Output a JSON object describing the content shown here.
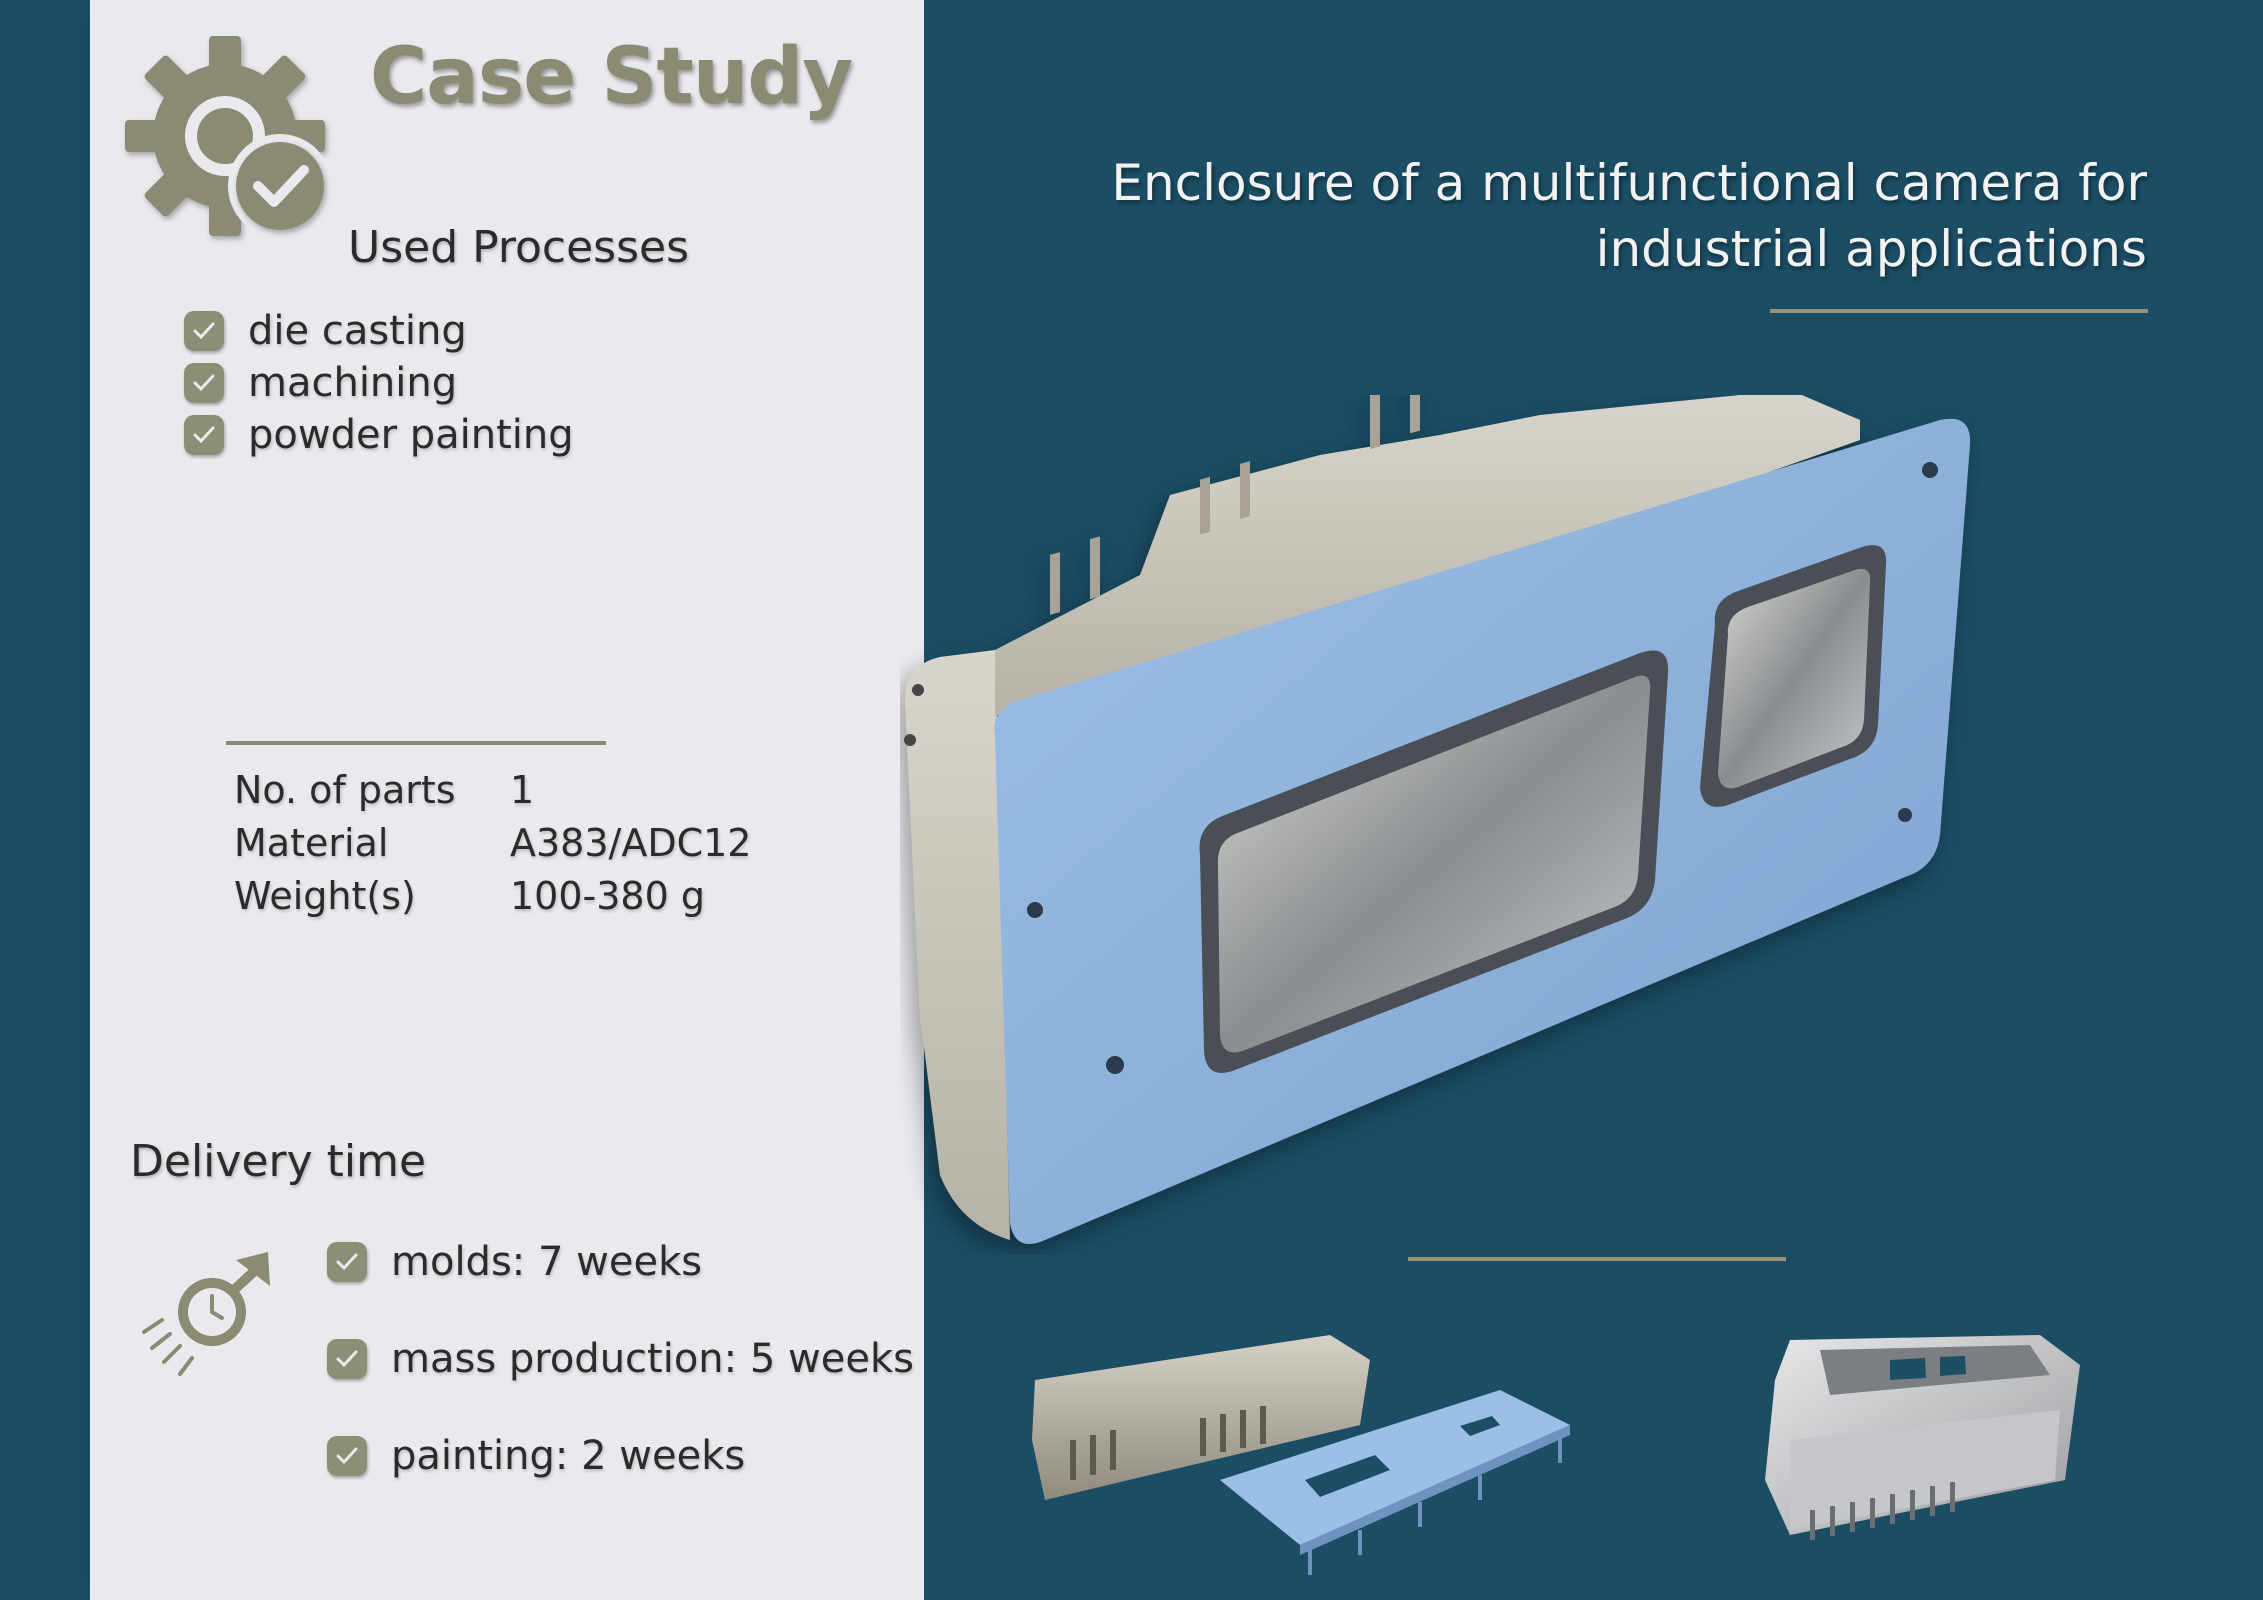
{
  "panel": {
    "case_title": "Case Study",
    "used_title": "Used Processes",
    "processes": [
      "die casting",
      "machining",
      "powder painting"
    ],
    "specs": [
      {
        "key": "No. of parts",
        "value": "1"
      },
      {
        "key": "Material",
        "value": "A383/ADC12"
      },
      {
        "key": "Weight(s)",
        "value": "100-380 g"
      }
    ],
    "delivery_title": "Delivery time",
    "delivery": [
      "molds: 7 weeks",
      "mass production: 5 weeks",
      "painting: 2 weeks"
    ]
  },
  "headline": {
    "line1": "Enclosure of a multifunctional camera for",
    "line2": "industrial applications"
  },
  "colors": {
    "background": "#1c4f66",
    "panel": "#e8eaed",
    "accent_olive": "#8d8e76",
    "enclosure_blue": "#8fb3dc"
  }
}
